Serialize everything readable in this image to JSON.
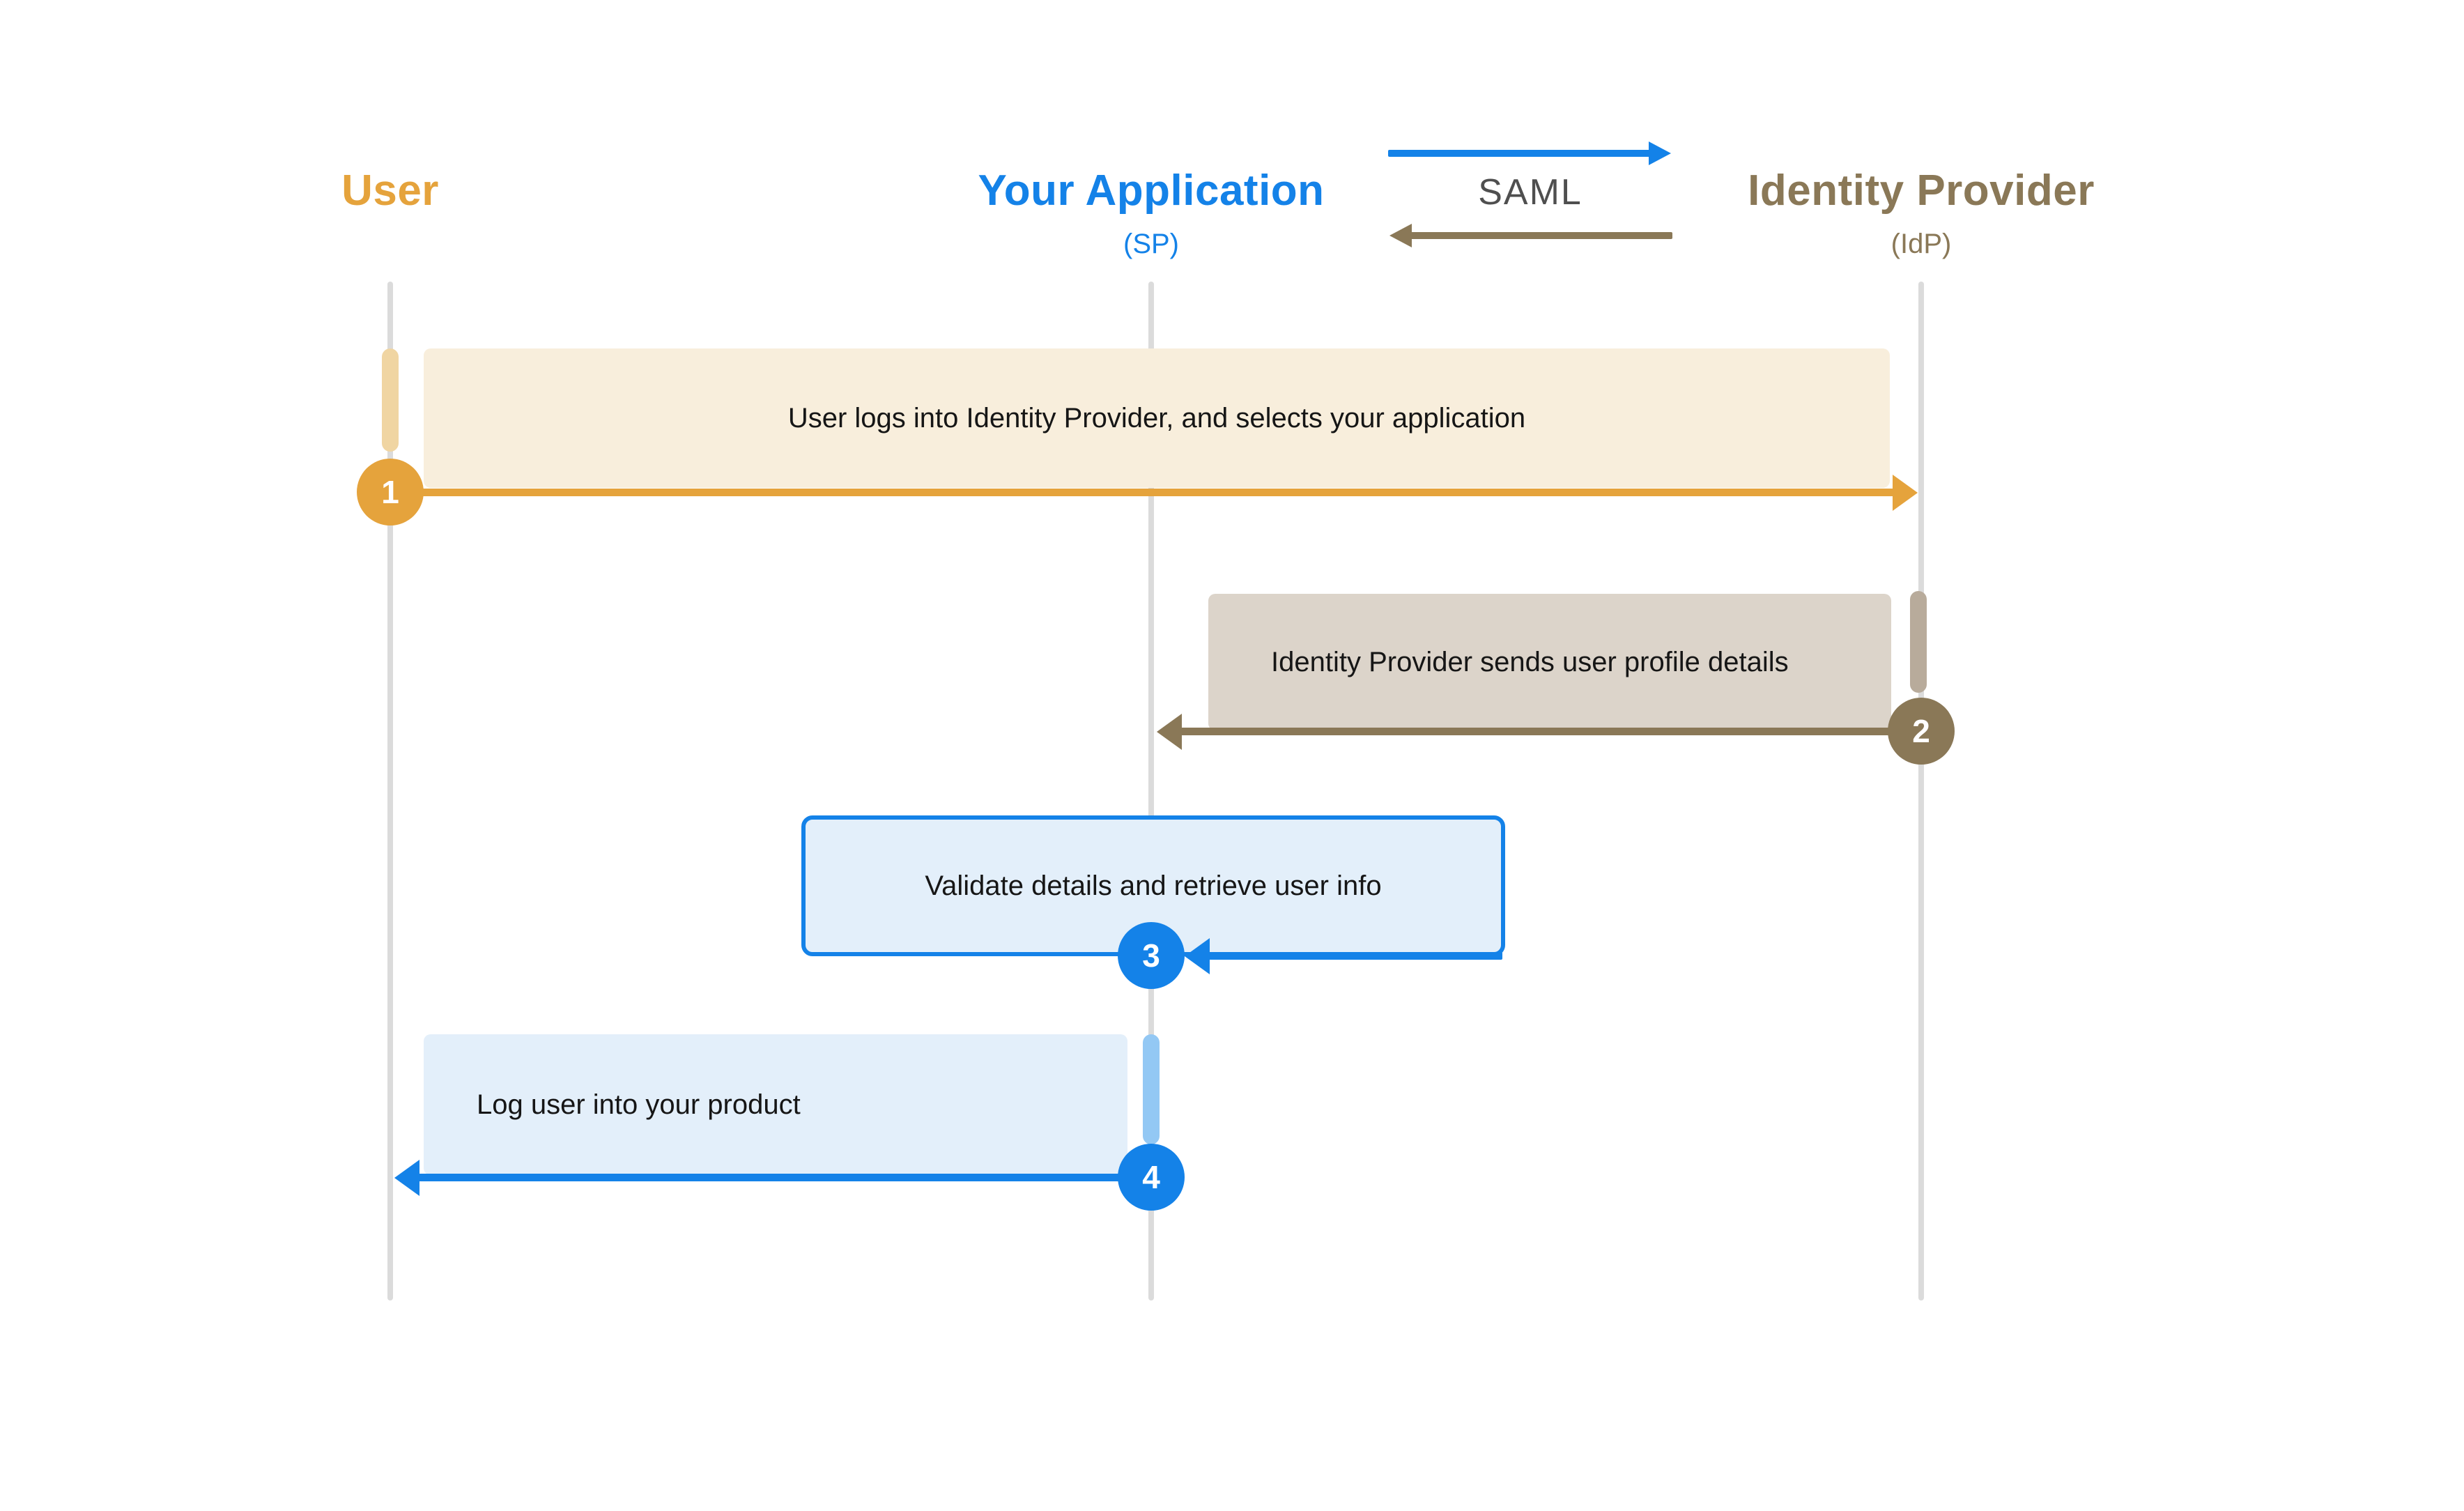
{
  "actors": {
    "user": {
      "label": "User"
    },
    "app": {
      "label": "Your Application",
      "sub": "(SP)"
    },
    "idp": {
      "label": "Identity Provider",
      "sub": "(IdP)"
    }
  },
  "protocol": {
    "label": "SAML"
  },
  "steps": [
    {
      "num": "1",
      "text": "User logs into Identity Provider, and selects your application"
    },
    {
      "num": "2",
      "text": "Identity Provider sends user profile details"
    },
    {
      "num": "3",
      "text": "Validate details and retrieve user info"
    },
    {
      "num": "4",
      "text": "Log user into your product"
    }
  ],
  "colors": {
    "user_accent": "#E5A33C",
    "user_activation": "#F0D5A2",
    "user_message_bg": "#F8EEDC",
    "app_accent": "#1482E8",
    "app_activation": "#93C8F4",
    "app_message_bg": "#E3EFFA",
    "idp_accent": "#8A7857",
    "idp_activation": "#B8AB9B",
    "idp_message_bg": "#DCD4CA",
    "lifeline": "#DBDBDB",
    "saml_label": "#4F4F4F",
    "text": "#161616"
  }
}
